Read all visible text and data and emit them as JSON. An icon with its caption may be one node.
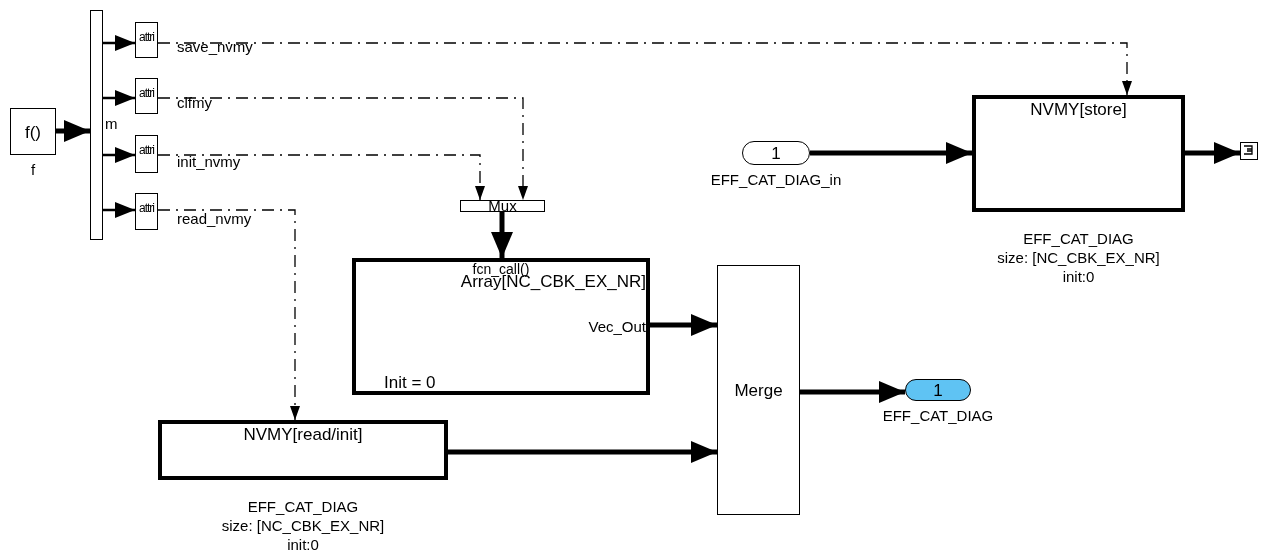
{
  "diagram": {
    "nodes": [
      {
        "text": [
          "f()"
        ],
        "beside": [
          "f"
        ]
      },
      {
        "text": [
          "m"
        ]
      },
      {
        "text": [
          "attri"
        ],
        "beside": [
          "save_nvmy"
        ]
      },
      {
        "text": [
          "attri"
        ],
        "beside": [
          "clfmy"
        ]
      },
      {
        "text": [
          "attri"
        ],
        "beside": [
          "init_nvmy"
        ]
      },
      {
        "text": [
          "attri"
        ],
        "beside": [
          "read_nvmy"
        ]
      },
      {
        "text": [
          "Mux"
        ]
      },
      {
        "text": [
          "fcn_call()",
          "Array[NC_CBK_EX_NR]",
          "Vec_Out",
          "Init = 0"
        ]
      },
      {
        "text": [
          "NVMY[read/init]"
        ],
        "beside": [
          "EFF_CAT_DIAG",
          "size: [NC_CBK_EX_NR]",
          "init:0"
        ]
      },
      {
        "text": [
          "Merge"
        ]
      },
      {
        "text": [
          "1"
        ],
        "beside": [
          "EFF_CAT_DIAG"
        ]
      },
      {
        "text": [
          "1"
        ],
        "beside": [
          "EFF_CAT_DIAG_in"
        ]
      },
      {
        "text": [
          "NVMY[store]"
        ],
        "beside": [
          "EFF_CAT_DIAG",
          "size: [NC_CBK_EX_NR]",
          "init:0"
        ]
      },
      {
        "text": [],
        "shape": "box"
      }
    ],
    "edges": [
      {
        "from": 0,
        "to": 1,
        "arrow": "to",
        "style": "thick"
      },
      {
        "from": 1,
        "to": 2,
        "arrow": "to"
      },
      {
        "from": 1,
        "to": 3,
        "arrow": "to"
      },
      {
        "from": 1,
        "to": 4,
        "arrow": "to"
      },
      {
        "from": 1,
        "to": 5,
        "arrow": "to"
      },
      {
        "from": 2,
        "to": 12,
        "arrow": "to",
        "style": "dashed"
      },
      {
        "from": 3,
        "to": 6,
        "arrow": "to",
        "style": "dashed"
      },
      {
        "from": 4,
        "to": 6,
        "arrow": "to",
        "style": "dashed"
      },
      {
        "from": 5,
        "to": 8,
        "arrow": "to",
        "style": "dashed"
      },
      {
        "from": 6,
        "to": 7,
        "arrow": "to",
        "style": "thick"
      },
      {
        "from": 7,
        "to": 9,
        "arrow": "to",
        "style": "thick"
      },
      {
        "from": 8,
        "to": 9,
        "arrow": "to",
        "style": "thick"
      },
      {
        "from": 9,
        "to": 10,
        "arrow": "to",
        "style": "thick"
      },
      {
        "from": 11,
        "to": 12,
        "arrow": "to",
        "style": "thick"
      },
      {
        "from": 12,
        "to": 13,
        "arrow": "to",
        "style": "thick"
      }
    ]
  }
}
